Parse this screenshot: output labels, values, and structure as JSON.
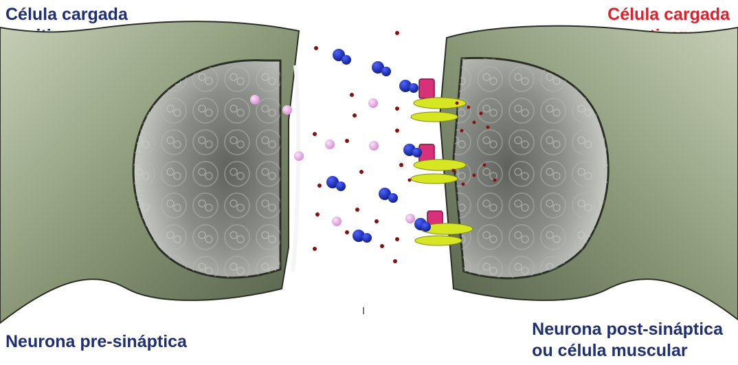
{
  "labels": {
    "top_left_line1": "Célula cargada",
    "top_left_line2": "positivamente",
    "top_right_line1": "Célula cargada",
    "top_right_line2": "negativamente",
    "bottom_left": "Neurona pre-sináptica",
    "bottom_right_line1": "Neurona post-sináptica",
    "bottom_right_line2": "ou célula muscular"
  },
  "colors": {
    "positive_label": "#1f2f73",
    "negative_label": "#e0202a",
    "membrane": "#8a9877",
    "cytoplasm": "#8e8e88",
    "blue_molecule": "#1b2fc9",
    "pink_vesicle": "#e6a4e3",
    "ion_dot": "#8a1010",
    "receptor": "#d9307a",
    "channel": "#d6e623"
  },
  "icons": [
    "presynaptic-terminal",
    "postsynaptic-terminal",
    "neurotransmitter-molecule",
    "vesicle",
    "ion",
    "receptor"
  ]
}
